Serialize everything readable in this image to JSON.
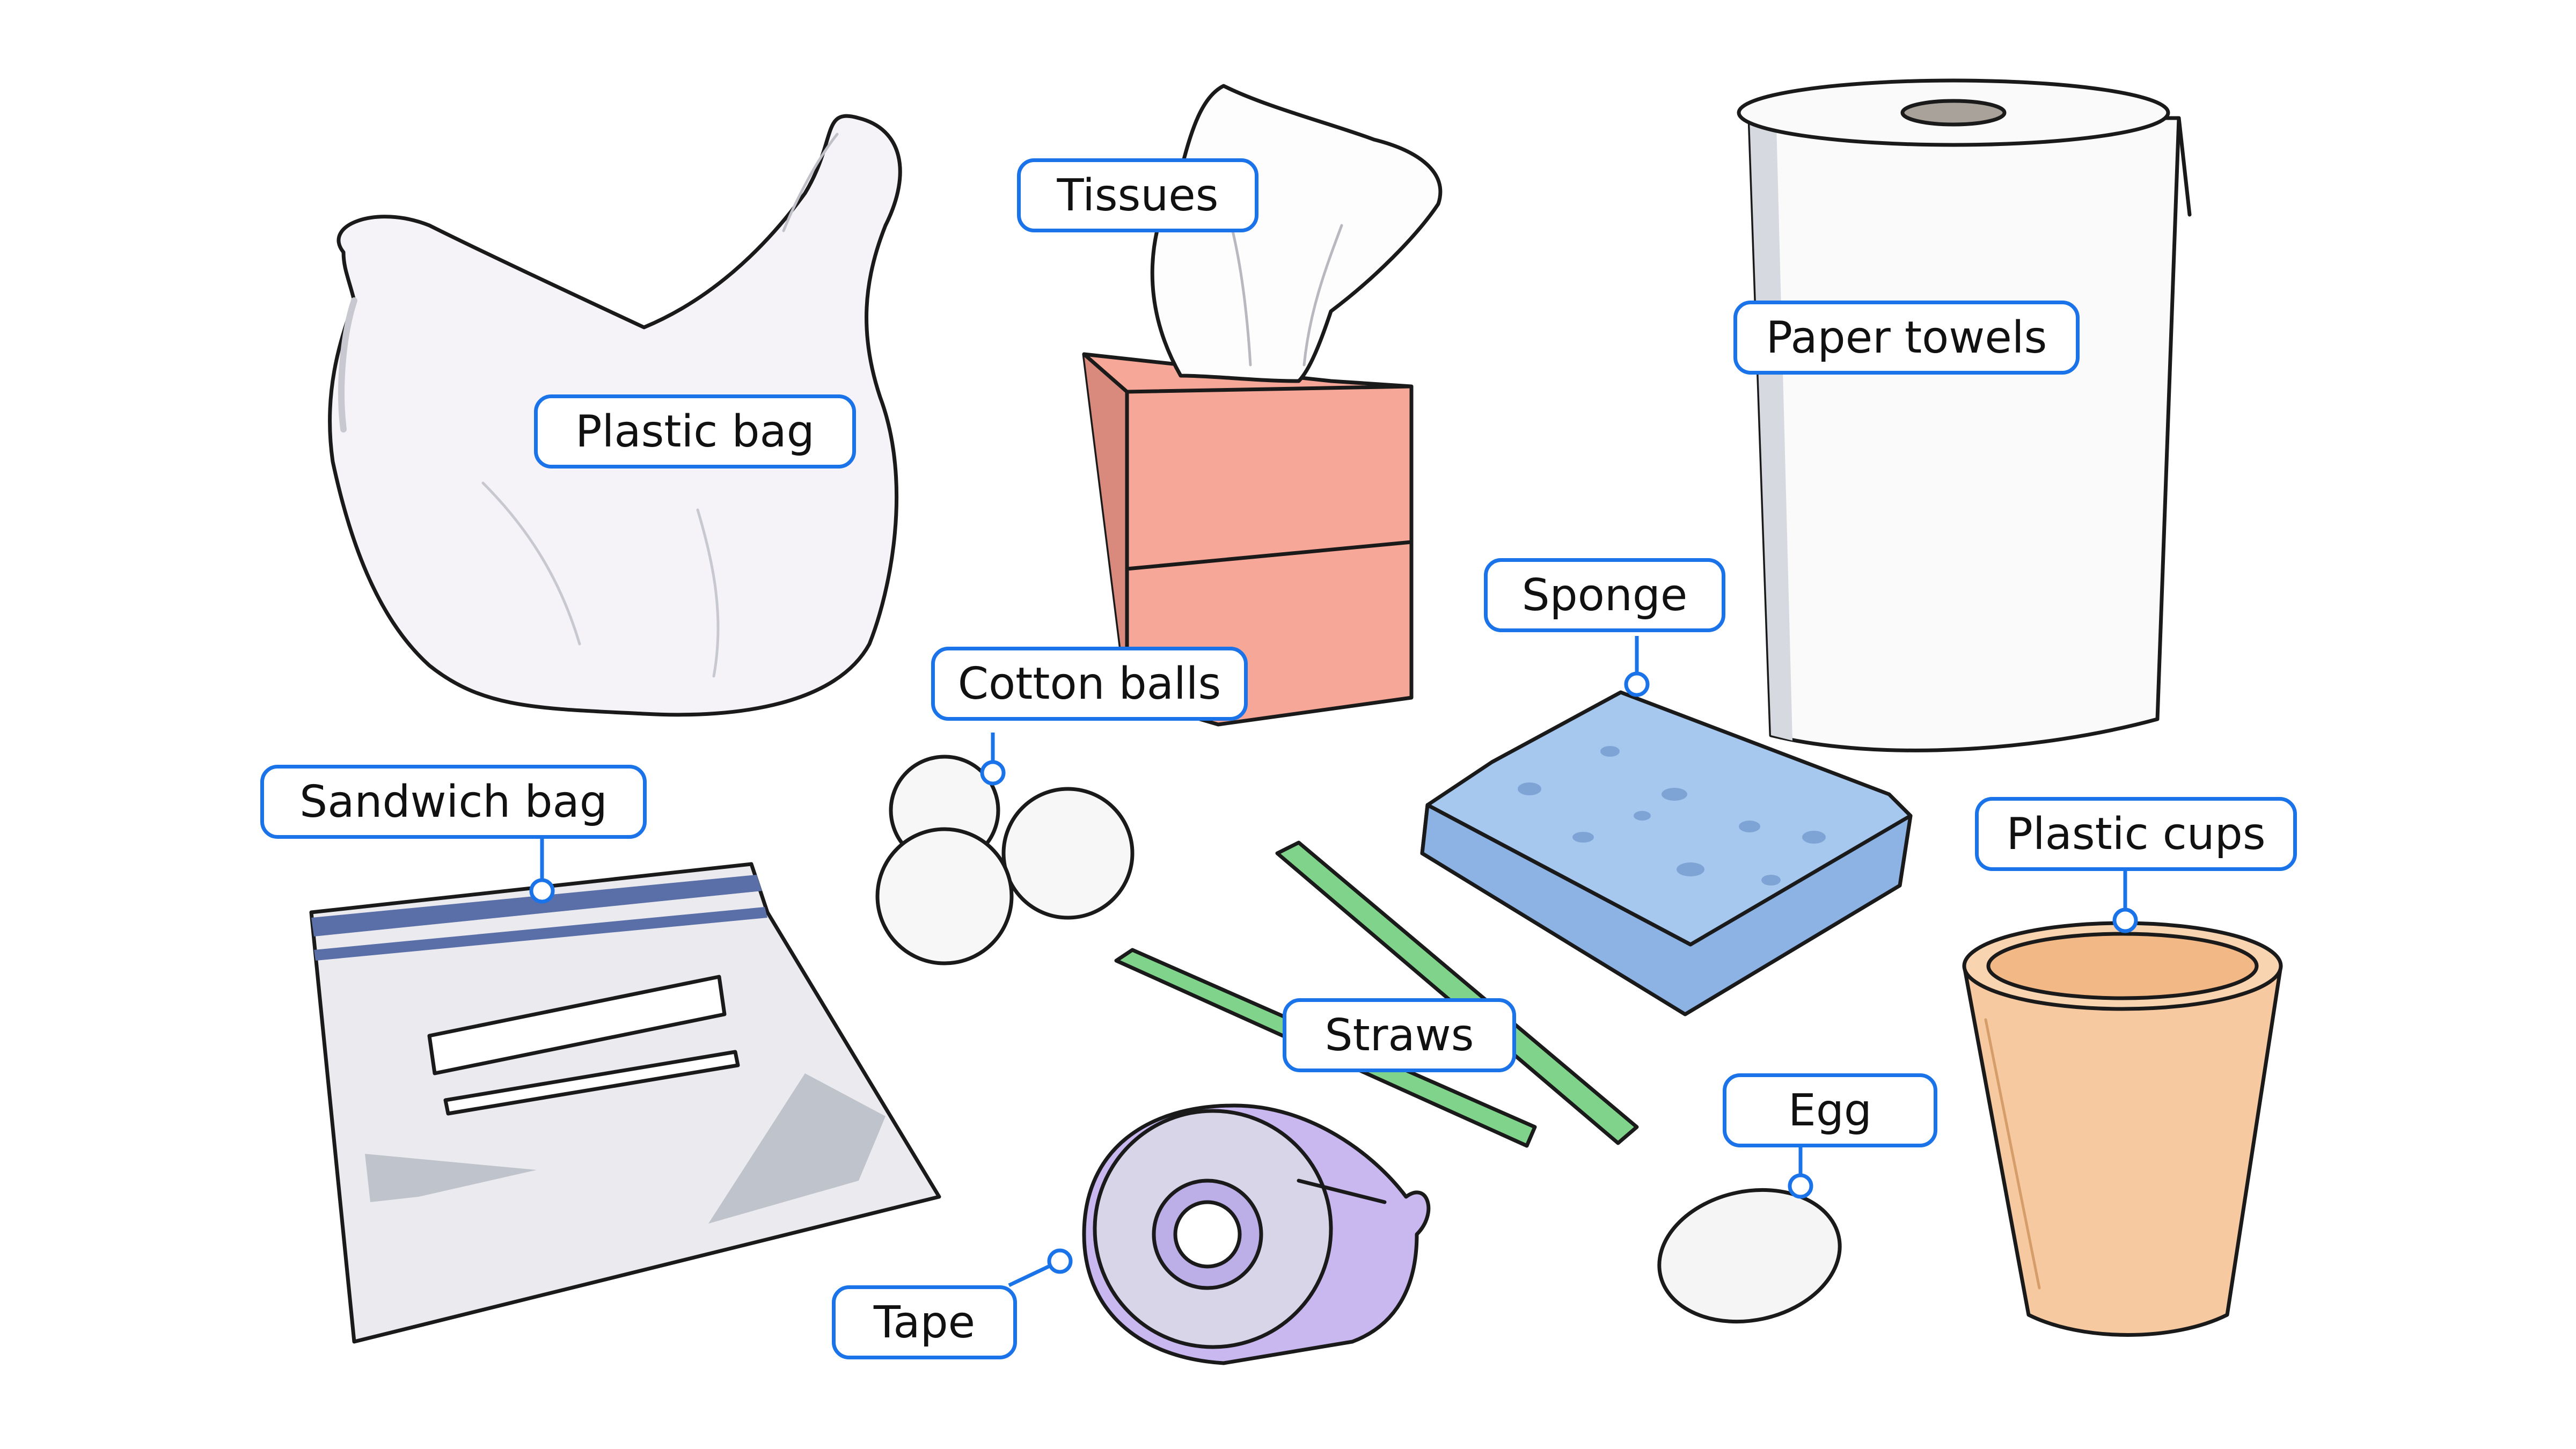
{
  "colors": {
    "accent": "#1a73e8",
    "outline": "#1a1a1a",
    "tissue_box": "#f7a798",
    "sponge": "#a6c8ef",
    "straw": "#7fd38b",
    "tape_dispenser": "#c9b8ef",
    "cup": "#f5c08f",
    "ziplock_stripe": "#5a6fa8"
  },
  "labels": {
    "plastic_bag": "Plastic bag",
    "tissues": "Tissues",
    "paper_towels": "Paper towels",
    "sponge": "Sponge",
    "cotton_balls": "Cotton balls",
    "sandwich_bag": "Sandwich bag",
    "plastic_cups": "Plastic cups",
    "straws": "Straws",
    "egg": "Egg",
    "tape": "Tape"
  }
}
